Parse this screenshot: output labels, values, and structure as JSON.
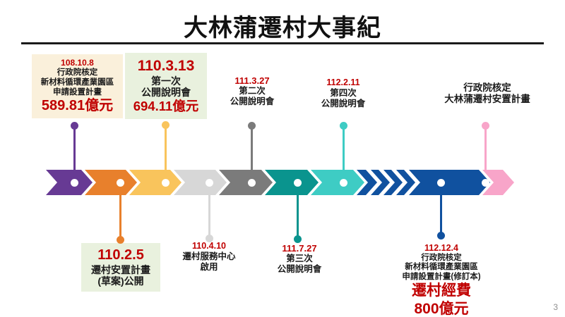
{
  "page": {
    "title": "大林蒲遷村大事紀",
    "page_number": "3"
  },
  "colors": {
    "red_text": "#C00000",
    "dark_text": "#1A1A1A",
    "beige_box": "#FAF0DB",
    "green_box": "#E9F1DE",
    "purple": "#673A94",
    "orange": "#E8802C",
    "yellow": "#F9C45C",
    "light_gray": "#D7D7D7",
    "dark_gray": "#7B7B7B",
    "teal": "#0A948E",
    "light_teal": "#3ECCC4",
    "blue": "#10519F",
    "pink": "#F8A5C9"
  },
  "timeline": {
    "segments": [
      {
        "name": "segment-1",
        "color": "#673A94"
      },
      {
        "name": "segment-2",
        "color": "#E8802C"
      },
      {
        "name": "segment-3",
        "color": "#F9C45C"
      },
      {
        "name": "segment-4",
        "color": "#D7D7D7"
      },
      {
        "name": "segment-5",
        "color": "#7B7B7B"
      },
      {
        "name": "segment-6",
        "color": "#0A948E"
      },
      {
        "name": "segment-7",
        "color": "#3ECCC4"
      },
      {
        "name": "segment-8",
        "color": "#10519F"
      },
      {
        "name": "segment-9",
        "color": "#F8A5C9"
      }
    ]
  },
  "events": {
    "e1": {
      "date": "108.10.8",
      "lines": [
        "行政院核定",
        "新材料循環產業園區",
        "申請設置計畫"
      ],
      "amount": "589.81億元"
    },
    "e2": {
      "date": "110.3.13",
      "lines": [
        "第一次",
        "公開說明會"
      ],
      "amount": "694.11億元"
    },
    "e3": {
      "date": "111.3.27",
      "lines": [
        "第二次",
        "公開說明會"
      ]
    },
    "e4": {
      "date": "112.2.11",
      "lines": [
        "第四次",
        "公開說明會"
      ]
    },
    "e5": {
      "lines": [
        "行政院核定",
        "大林蒲遷村安置計畫"
      ]
    },
    "e6": {
      "date": "110.2.5",
      "lines": [
        "遷村安置計畫",
        "(草案)公開"
      ]
    },
    "e7": {
      "date": "110.4.10",
      "lines": [
        "遷村服務中心",
        "啟用"
      ]
    },
    "e8": {
      "date": "111.7.27",
      "lines": [
        "第三次",
        "公開說明會"
      ]
    },
    "e9": {
      "date": "112.12.4",
      "lines": [
        "行政院核定",
        "新材料循環產業園區",
        "申請設置計畫(修訂本)"
      ],
      "amount_lines": [
        "遷村經費",
        "800億元"
      ]
    }
  }
}
